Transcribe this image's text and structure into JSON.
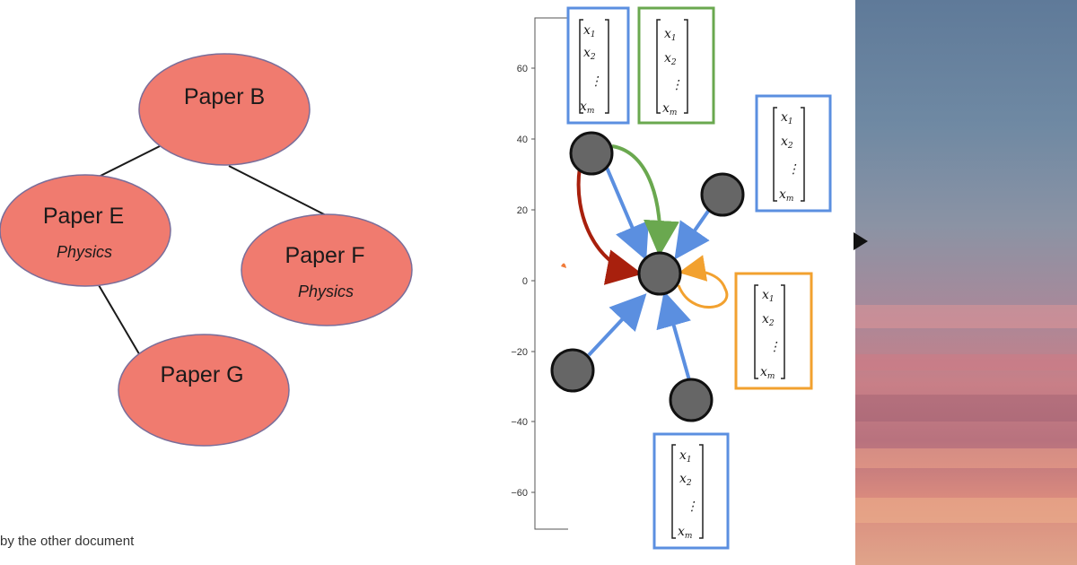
{
  "left_graph": {
    "nodes": [
      {
        "id": "paper-b",
        "label": "Paper B",
        "sub": ""
      },
      {
        "id": "paper-e",
        "label": "Paper E",
        "sub": "Physics"
      },
      {
        "id": "paper-f",
        "label": "Paper F",
        "sub": "Physics"
      },
      {
        "id": "paper-g",
        "label": "Paper G",
        "sub": ""
      }
    ],
    "edges": [
      [
        "paper-b",
        "paper-e"
      ],
      [
        "paper-b",
        "paper-f"
      ],
      [
        "paper-e",
        "paper-g"
      ]
    ],
    "node_color": "#f07b6f",
    "caption": "by the other document"
  },
  "mid_plot": {
    "y_ticks": [
      "60",
      "40",
      "20",
      "0",
      "−20",
      "−40",
      "−60"
    ],
    "vector_entries": [
      "x",
      "x",
      "⋮",
      "x"
    ],
    "vector_subscripts": [
      "1",
      "2",
      "",
      "m"
    ],
    "colors": {
      "blue": "#5b8fe0",
      "green": "#6aa84f",
      "orange": "#f2a12f",
      "red": "#a8200d",
      "node": "#666666"
    }
  },
  "right_image": {
    "description_colors": [
      "#5f7a99",
      "#c87f87",
      "#e0a48a"
    ]
  }
}
